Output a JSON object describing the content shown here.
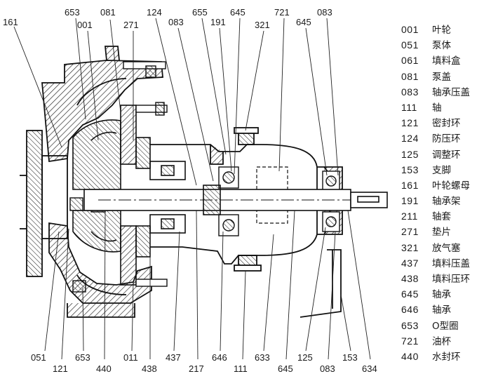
{
  "callouts_top": [
    "161",
    "653",
    "001",
    "081",
    "271",
    "124",
    "083",
    "655",
    "191",
    "645",
    "321",
    "721",
    "645",
    "083"
  ],
  "callouts_bottom": [
    "051",
    "121",
    "653",
    "440",
    "011",
    "438",
    "437",
    "217",
    "646",
    "111",
    "633",
    "645",
    "125",
    "083",
    "153",
    "634"
  ],
  "legend": [
    {
      "code": "001",
      "name": "叶轮"
    },
    {
      "code": "051",
      "name": "泵体"
    },
    {
      "code": "061",
      "name": "填料盒"
    },
    {
      "code": "081",
      "name": "泵盖"
    },
    {
      "code": "083",
      "name": "轴承压盖"
    },
    {
      "code": "111",
      "name": "轴"
    },
    {
      "code": "121",
      "name": "密封环"
    },
    {
      "code": "124",
      "name": "防压环"
    },
    {
      "code": "125",
      "name": "调整环"
    },
    {
      "code": "153",
      "name": "支脚"
    },
    {
      "code": "161",
      "name": "叶轮螺母"
    },
    {
      "code": "191",
      "name": "轴承架"
    },
    {
      "code": "211",
      "name": "轴套"
    },
    {
      "code": "271",
      "name": "垫片"
    },
    {
      "code": "321",
      "name": "放气塞"
    },
    {
      "code": "437",
      "name": "填料压盖"
    },
    {
      "code": "438",
      "name": "填料压环"
    },
    {
      "code": "645",
      "name": "轴承"
    },
    {
      "code": "646",
      "name": "轴承"
    },
    {
      "code": "653",
      "name": "O型圈"
    },
    {
      "code": "721",
      "name": "油杯"
    },
    {
      "code": "440",
      "name": "水封环"
    }
  ]
}
